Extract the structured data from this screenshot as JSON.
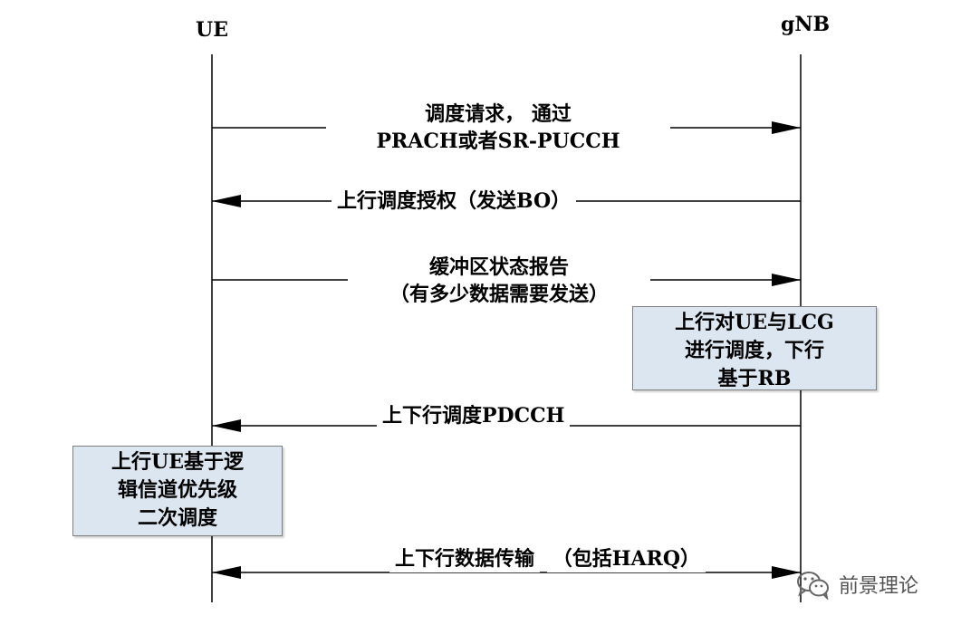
{
  "participants": {
    "left": "UE",
    "right": "gNB"
  },
  "messages": [
    {
      "lines": [
        "调度请求， 通过",
        "PRACH或者SR-PUCCH"
      ],
      "direction": "UE→gNB"
    },
    {
      "lines": [
        "上行调度授权（发送BO）"
      ],
      "direction": "gNB→UE"
    },
    {
      "lines": [
        "缓冲区状态报告",
        "（有多少数据需要发送）"
      ],
      "direction": "UE→gNB"
    },
    {
      "lines": [
        "上下行调度PDCCH"
      ],
      "direction": "gNB→UE"
    },
    {
      "lines": [
        "上下行数据传输",
        "（包括HARQ）"
      ],
      "direction": "UE↔gNB"
    }
  ],
  "notes": {
    "gnb": [
      "上行对UE与LCG",
      "进行调度，下行",
      "基于RB"
    ],
    "ue": [
      "上行UE基于逻",
      "辑信道优先级",
      "二次调度"
    ]
  },
  "watermark": {
    "text": "前景理论"
  },
  "colors": {
    "note_fill": "#dce6f1",
    "note_border": "#7f7f7f",
    "line": "#000000"
  }
}
